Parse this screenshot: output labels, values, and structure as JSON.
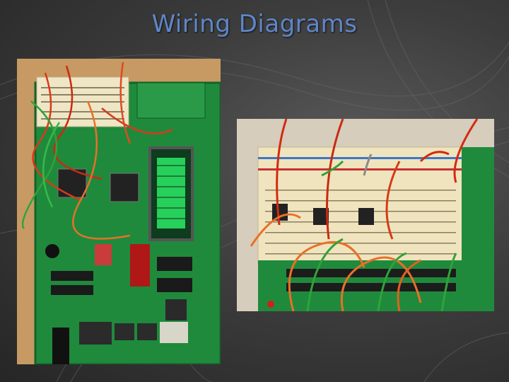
{
  "slide": {
    "title": "Wiring Diagrams",
    "title_color": "#5f86c8"
  },
  "photos": [
    {
      "name": "full-board-photo"
    },
    {
      "name": "breadboard-closeup-photo"
    }
  ]
}
